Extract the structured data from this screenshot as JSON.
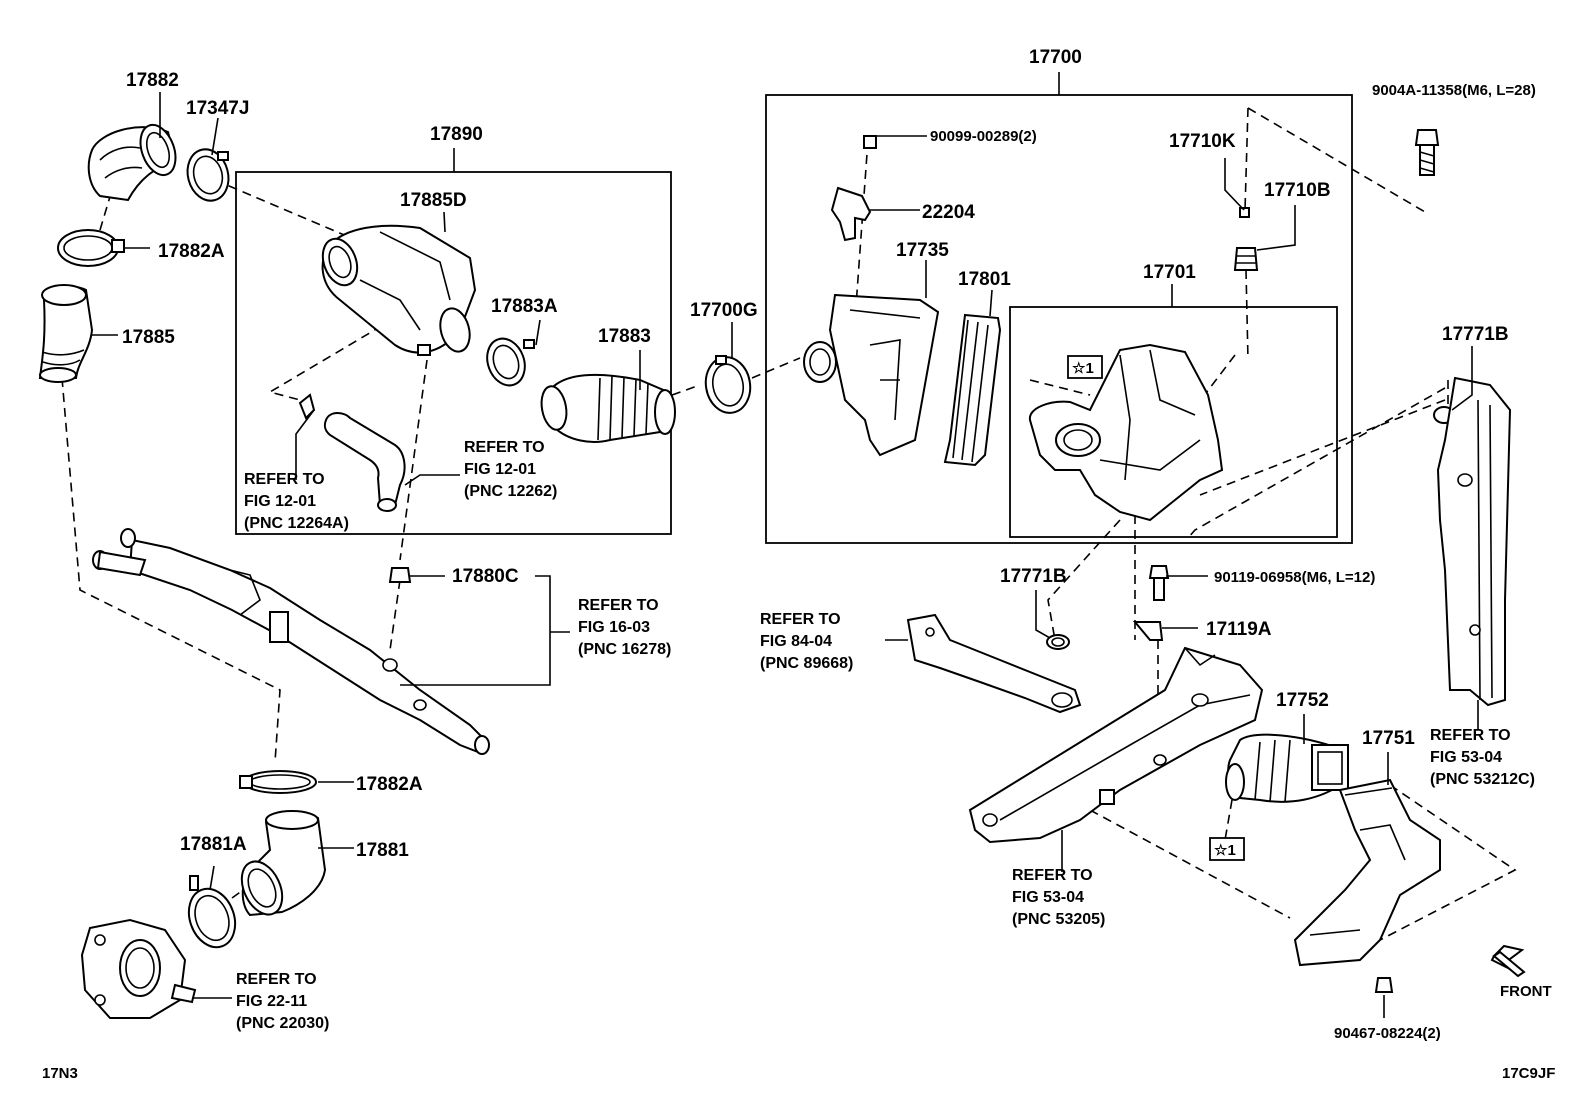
{
  "diagram": {
    "labels": {
      "p17882": "17882",
      "p17347J": "17347J",
      "p17882A_top": "17882A",
      "p17885": "17885",
      "p17890": "17890",
      "p17885D": "17885D",
      "p17883A": "17883A",
      "p17883": "17883",
      "p17700G": "17700G",
      "p17700": "17700",
      "p90099": "90099-00289(2)",
      "p22204": "22204",
      "p17735": "17735",
      "p17801": "17801",
      "p17701": "17701",
      "p17710K": "17710K",
      "p17710B": "17710B",
      "p9004A": "9004A-11358(M6, L=28)",
      "p17771B_right": "17771B",
      "p17880C": "17880C",
      "p17771B_mid": "17771B",
      "p90119": "90119-06958(M6, L=12)",
      "p17119A": "17119A",
      "p17752": "17752",
      "p17751": "17751",
      "p17882A_bottom": "17882A",
      "p17881A": "17881A",
      "p17881": "17881",
      "p90467": "90467-08224(2)",
      "star_1": "☆1",
      "star_2": "☆1",
      "front": "FRONT",
      "code_left": "17N3",
      "code_right": "17C9JF"
    },
    "refs": {
      "r12264A": {
        "l1": "REFER TO",
        "l2": "FIG 12-01",
        "l3": "(PNC 12264A)"
      },
      "r12262": {
        "l1": "REFER TO",
        "l2": "FIG 12-01",
        "l3": "(PNC 12262)"
      },
      "r16278": {
        "l1": "REFER TO",
        "l2": "FIG 16-03",
        "l3": "(PNC 16278)"
      },
      "r89668": {
        "l1": "REFER TO",
        "l2": "FIG 84-04",
        "l3": "(PNC 89668)"
      },
      "r53205": {
        "l1": "REFER TO",
        "l2": "FIG 53-04",
        "l3": "(PNC 53205)"
      },
      "r53212C": {
        "l1": "REFER TO",
        "l2": "FIG 53-04",
        "l3": "(PNC 53212C)"
      },
      "r22030": {
        "l1": "REFER TO",
        "l2": "FIG 22-11",
        "l3": "(PNC 22030)"
      }
    }
  }
}
